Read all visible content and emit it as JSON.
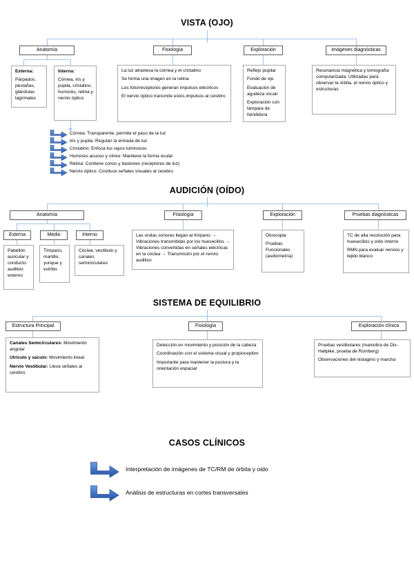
{
  "document": {
    "title": "Mapa conceptual - Vista, Audicion y Equilibrio",
    "accent_color": "#4472C4",
    "connector_color": "#9DC3E6",
    "header_border_color": "#5A5A5A",
    "box_border_color": "#A6A6A6"
  },
  "sections": [
    {
      "id": "vista",
      "title": "VISTA (OJO)",
      "branches": [
        {
          "header": "Anatomía",
          "children": [
            {
              "header": "",
              "lines": [
                {
                  "bold": "Externa:",
                  "text": ""
                },
                {
                  "bold": "",
                  "text": "Párpados, pestañas, glándulas lagrimales"
                }
              ]
            },
            {
              "header": "",
              "lines": [
                {
                  "bold": "Interna:",
                  "text": ""
                },
                {
                  "bold": "",
                  "text": "Córnea, iris y pupila, cristalino, humores, retina y nervio óptico"
                }
              ]
            }
          ]
        },
        {
          "header": "Fisiología",
          "lines": [
            "La luz atraviesa la córnea y el cristalino",
            "Se forma una imagen en la retina",
            "Los fotorreceptores generan impulsos eléctricos",
            "El nervio óptico transmite estos impulsos al cerebro"
          ]
        },
        {
          "header": "Exploración",
          "lines": [
            "Reflejo pupilar",
            "Fondo de ojo",
            "Evaluación de agudeza visual",
            "Exploración con lámpara de hendidura"
          ]
        },
        {
          "header": "Imágenes diagnósticas",
          "lines": [
            "Resonancia magnética y tomografía computarizada: Utilizadas para observar la órbita, el nervio óptico y estructuras"
          ]
        }
      ],
      "arrow_list": [
        "Córnea: Transparente, permite el paso de la luz",
        "Iris y pupila: Regulan la entrada de luz",
        "Cristalino: Enfoca los rayos luminosos",
        "Humores acuoso y vítreo: Mantiene la forma ocular",
        "Retina: Contiene conos y bastones (receptores de luz)",
        "Nervio óptico: Conduce señales visuales al cerebro"
      ]
    },
    {
      "id": "audicion",
      "title": "AUDICIÓN (OÍDO)",
      "branches": [
        {
          "header": "Anatomía",
          "subheaders": [
            {
              "header": "Externa",
              "body": "Pabellón auricular y conducto auditivo externo"
            },
            {
              "header": "Medio",
              "body": "Tímpano, martillo, yunque y estribo"
            },
            {
              "header": "Interno",
              "body": "Cóclea, vestíbulo y canales semicirculares"
            }
          ]
        },
        {
          "header": "Fisiología",
          "lines": [
            "Las ondas sonoras llegan al tímpano → Vibraciones transmitidas por los huesecillos → Vibraciones convertidas en señales eléctricas en la cóclea → Transmisión por el nervio auditivo"
          ]
        },
        {
          "header": "Exploración",
          "lines": [
            "Otoscopia",
            "Pruebas Funcionales (audiometría)"
          ]
        },
        {
          "header": "Pruebas diagnósticas",
          "lines": [
            "TC de alta resolución para huesecillos y oído interno",
            "RMN para evaluar nervios y tejido blanco"
          ]
        }
      ]
    },
    {
      "id": "equilibrio",
      "title": "SISTEMA DE EQUILIBRIO",
      "branches": [
        {
          "header": "Estructura Principal",
          "rich_lines": [
            {
              "bold": "Canales Semicirculares:",
              "text": " Movimiento angular"
            },
            {
              "bold": "Utrículo y sáculo:",
              "text": " Movimiento lineal"
            },
            {
              "bold": "Nervio Vestibular:",
              "text": " Lleva señales al cerebro"
            }
          ]
        },
        {
          "header": "Fisiología",
          "lines": [
            "Detección en movimiento y posición de la cabeza",
            "Coordinación con el sistema visual y propioceptivo",
            "Importante para mantener la postura y la orientación espacial"
          ]
        },
        {
          "header": "Exploración clínica",
          "lines": [
            "Pruebas vestibulares (maniobra de Dix-Hallpike, prueba de Romberg)",
            "Observaciones del nistagmo y marcha"
          ]
        }
      ]
    },
    {
      "id": "casos",
      "title": "CASOS CLÍNICOS",
      "arrow_list": [
        "Interpretación de imágenes de TC/RM de órbita y oido",
        "Análisis de estructuras en cortes transversales"
      ]
    }
  ]
}
